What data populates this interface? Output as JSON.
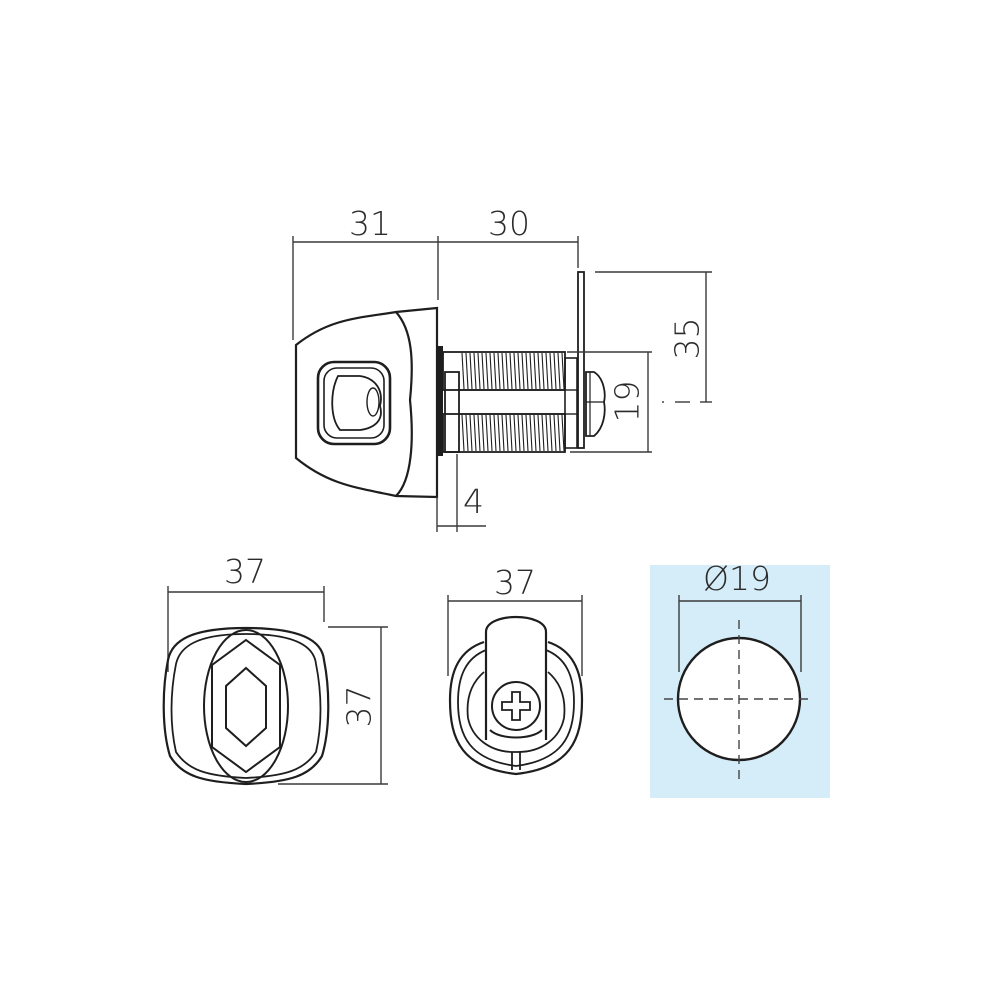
{
  "drawing": {
    "subject": "cam lock technical drawing",
    "colors": {
      "line": "#1e1e1e",
      "dimension_line": "#3a3a3a",
      "text": "#2b2b2b",
      "highlight_panel": "#d5edf9",
      "background": "#ffffff"
    },
    "side_view": {
      "dimensions": {
        "body_length": "31",
        "thread_length": "30",
        "cam_height": "35",
        "thread_diameter": "19",
        "flange_thickness": "4"
      }
    },
    "front_view": {
      "dimensions": {
        "width": "37",
        "height": "37"
      }
    },
    "rear_view": {
      "dimensions": {
        "width": "37"
      }
    },
    "cutout_view": {
      "dimensions": {
        "diameter": "Ø19"
      }
    }
  }
}
